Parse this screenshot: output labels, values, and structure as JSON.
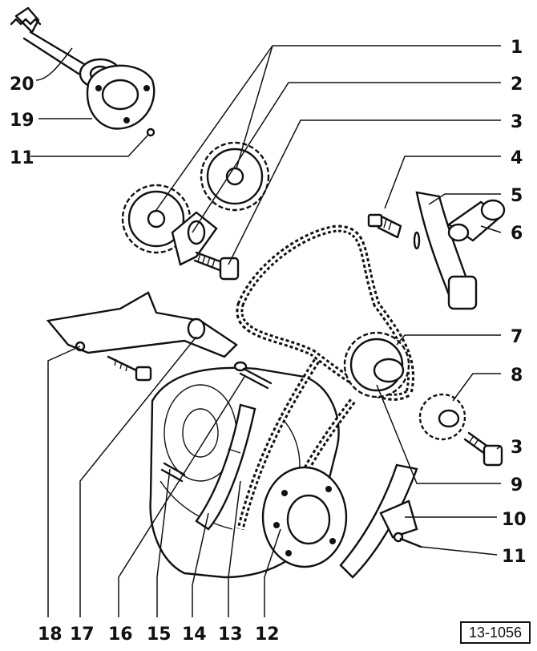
{
  "callouts": [
    {
      "id": "1",
      "label": "1"
    },
    {
      "id": "2",
      "label": "2"
    },
    {
      "id": "3a",
      "label": "3"
    },
    {
      "id": "4",
      "label": "4"
    },
    {
      "id": "5",
      "label": "5"
    },
    {
      "id": "6",
      "label": "6"
    },
    {
      "id": "7",
      "label": "7"
    },
    {
      "id": "8",
      "label": "8"
    },
    {
      "id": "3b",
      "label": "3"
    },
    {
      "id": "9",
      "label": "9"
    },
    {
      "id": "10",
      "label": "10"
    },
    {
      "id": "11a",
      "label": "11"
    },
    {
      "id": "20",
      "label": "20"
    },
    {
      "id": "19",
      "label": "19"
    },
    {
      "id": "11b",
      "label": "11"
    },
    {
      "id": "18",
      "label": "18"
    },
    {
      "id": "17",
      "label": "17"
    },
    {
      "id": "16",
      "label": "16"
    },
    {
      "id": "15",
      "label": "15"
    },
    {
      "id": "14",
      "label": "14"
    },
    {
      "id": "13",
      "label": "13"
    },
    {
      "id": "12",
      "label": "12"
    }
  ],
  "reference": "13-1056"
}
